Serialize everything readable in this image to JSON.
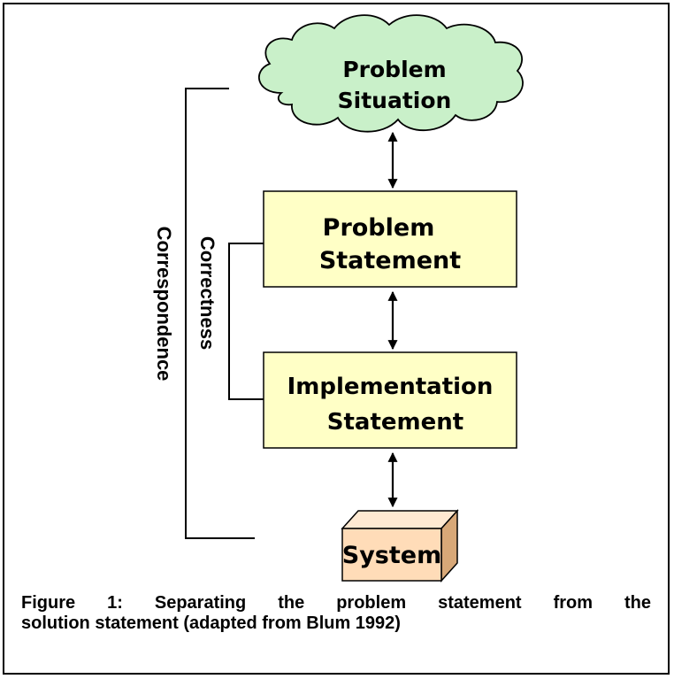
{
  "diagram": {
    "cloud": {
      "line1": "Problem",
      "line2": "Situation"
    },
    "problem_statement": {
      "line1": "Problem",
      "line2": "Statement"
    },
    "implementation_statement": {
      "line1": "Implementation",
      "line2": "Statement"
    },
    "system": {
      "label": "System"
    },
    "correspondence_label": "Correspondence",
    "correctness_label": "Correctness"
  },
  "caption": {
    "line1": "Figure 1: Separating the problem statement from the",
    "line2": "solution statement (adapted from Blum 1992)"
  },
  "colors": {
    "cloud_fill": "#c9f0c9",
    "statement_fill": "#ffffc6",
    "system_front": "#ffdcb8",
    "system_top": "#ffe9d2",
    "system_side": "#d8a878",
    "stroke": "#000000"
  }
}
